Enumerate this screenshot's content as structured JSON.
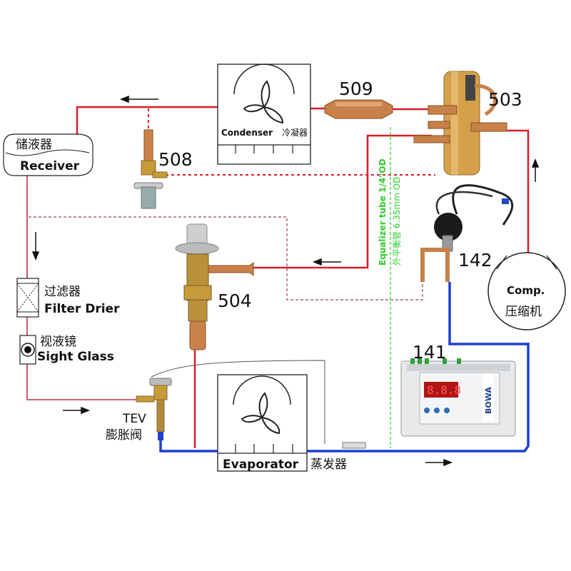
{
  "colors": {
    "hot_line": "#d81e28",
    "suction_line": "#1f3fd1",
    "equalizer_line": "#37d137",
    "pilot_line": "#a0404a",
    "copper": "#c9814a",
    "brass": "#c79a3a"
  },
  "condenser": {
    "label_en": "Condenser",
    "label_cn": "冷凝器",
    "icon": "fan-icon"
  },
  "evaporator": {
    "label_en": "Evaporator",
    "label_cn": "蒸发器",
    "icon": "fan-icon"
  },
  "receiver": {
    "label_cn": "储液器",
    "label_en": "Receiver"
  },
  "filter_drier": {
    "label_cn": "过滤器",
    "label_en": "Filter Drier"
  },
  "sight_glass": {
    "label_cn": "视液镜",
    "label_en": "Sight Glass"
  },
  "tev": {
    "label_en": "TEV",
    "label_cn": "膨胀阀"
  },
  "compressor": {
    "label_en": "Comp.",
    "label_cn": "压缩机"
  },
  "parts": {
    "p509": "509",
    "p503": "503",
    "p508": "508",
    "p504": "504",
    "p142": "142",
    "p141": "141"
  },
  "equalizer": {
    "line1": "Equalizer tube 1/4\"OD",
    "line2": "外平衡管 6.35mm OD"
  },
  "controller": {
    "brand": "BOWA",
    "display": "8.8.8"
  },
  "flow_arrows": [
    "left",
    "down",
    "right",
    "up",
    "right",
    "left"
  ]
}
